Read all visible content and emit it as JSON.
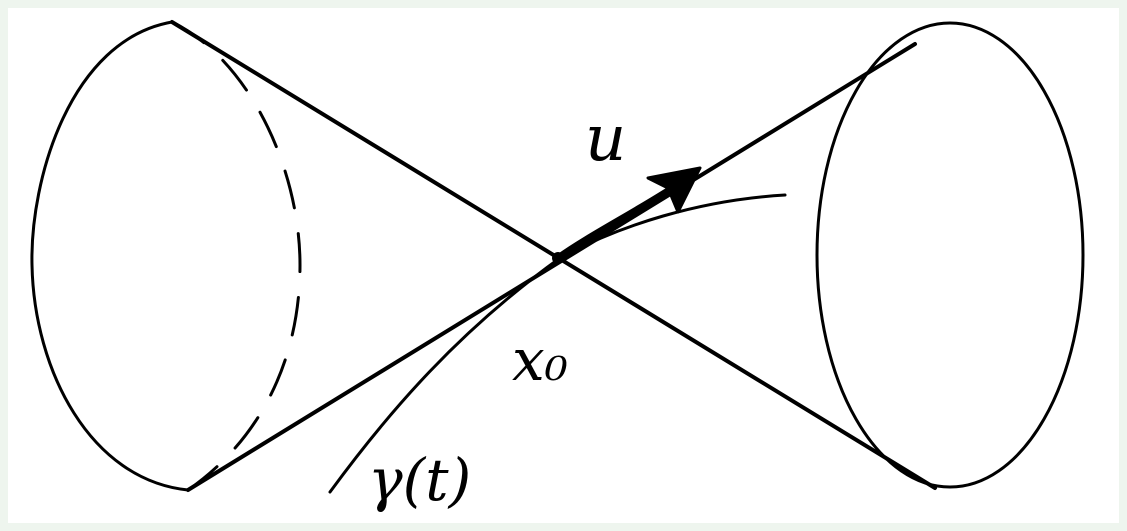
{
  "labels": {
    "vector": "u",
    "point": "x₀",
    "curve": "γ(t)"
  },
  "colors": {
    "background": "#eef5ee",
    "paper": "#ffffff",
    "ink": "#000000"
  }
}
